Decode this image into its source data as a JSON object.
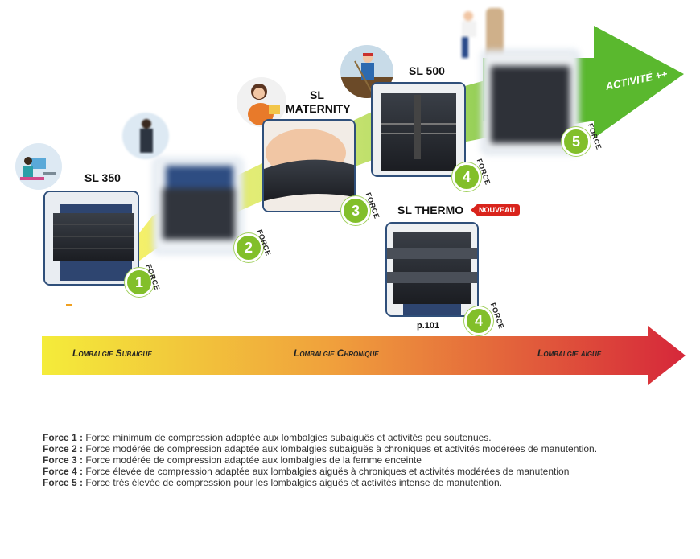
{
  "products": [
    {
      "id": "sl350",
      "label": "SL 350",
      "level": "1"
    },
    {
      "id": "sl-level2",
      "label": "",
      "level": "2"
    },
    {
      "id": "slmaternity",
      "label_line1": "SL",
      "label_line2": "MATERNITY",
      "level": "3"
    },
    {
      "id": "sl500",
      "label": "SL 500",
      "level": "4"
    },
    {
      "id": "slthermo",
      "label": "SL THERMO",
      "level": "4",
      "badge": "NOUVEAU",
      "page": "p.101"
    },
    {
      "id": "sl-level5",
      "label": "",
      "level": "5"
    }
  ],
  "force_word": "FORCE",
  "activity_label": "ACTIVITÉ ++",
  "scale": {
    "left": "Lombalgie Subaiguë",
    "center": "Lombalgie Chronique",
    "right": "Lombalgie aiguë"
  },
  "legend": [
    {
      "term": "Force 1 :",
      "text": " Force minimum de compression adaptée aux lombalgies subaiguës et activités peu soutenues."
    },
    {
      "term": "Force 2 :",
      "text": " Force modérée de compression adaptée aux lombalgies subaiguës à chroniques et activités modérées de manutention."
    },
    {
      "term": "Force 3 :",
      "text": " Force modérée de compression adaptée aux lombalgies de la femme enceinte"
    },
    {
      "term": "Force 4 :",
      "text": " Force élevée de compression adaptée aux lombalgies aiguës à chroniques  et activités modérées de manutention"
    },
    {
      "term": "Force 5 :",
      "text": " Force très élevée de compression pour les lombalgies aiguës et activités intense de manutention."
    }
  ],
  "colors": {
    "green": "#82bf2a",
    "arrow_yellow": "#f2ea3a",
    "arrow_orange": "#f29a3a",
    "arrow_red": "#d8293a",
    "frame": "#2f4f7a"
  }
}
